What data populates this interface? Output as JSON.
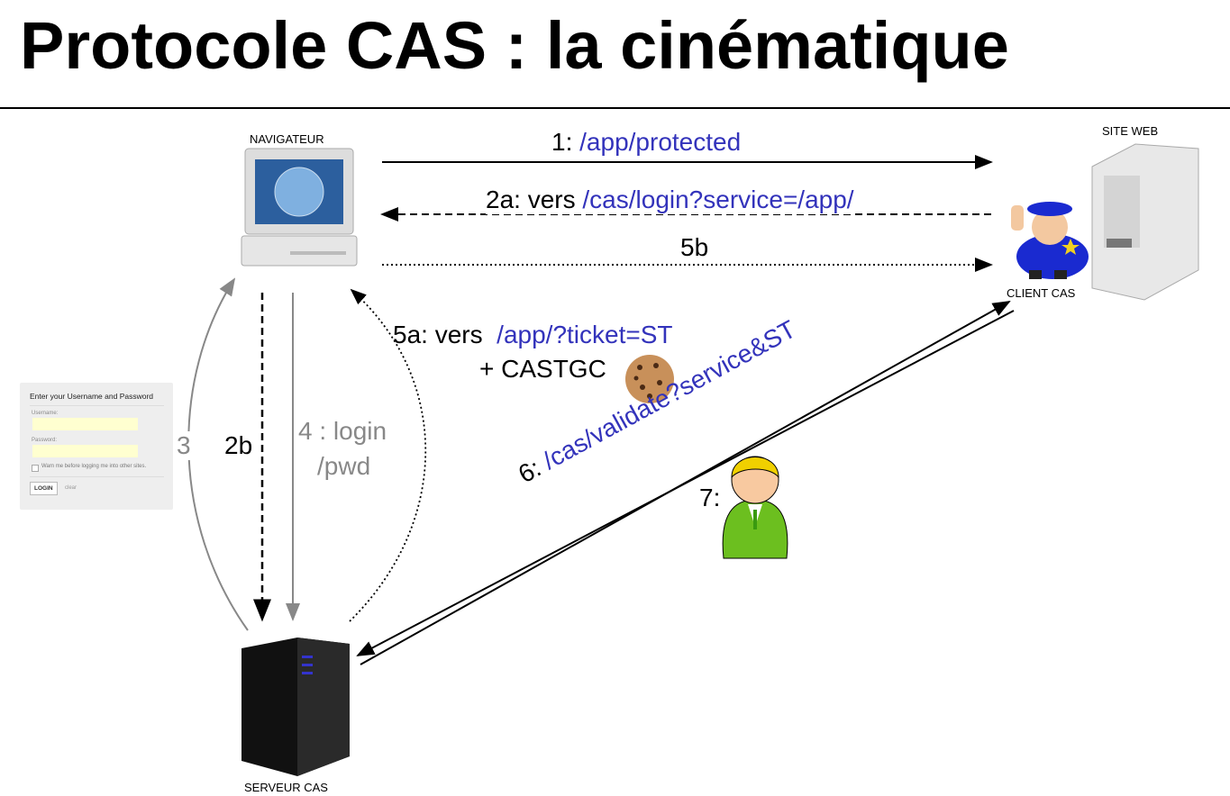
{
  "title": "Protocole CAS : la cinématique",
  "nodes": {
    "browser": "NAVIGATEUR",
    "site": "SITE WEB",
    "client": "CLIENT CAS",
    "server": "SERVEUR CAS"
  },
  "steps": {
    "s1_num": "1:",
    "s1_url": "/app/protected",
    "s2a_num": "2a: vers",
    "s2a_url": "/cas/login?service=/app/",
    "s5b": "5b",
    "s5a_num": "5a: vers",
    "s5a_url": "/app/?ticket=ST",
    "s5a_cookie": "+ CASTGC",
    "s3": "3",
    "s2b": "2b",
    "s4_a": "4 : login",
    "s4_b": "/pwd",
    "s6_num": "6:",
    "s6_url": "/cas/validate?service&ST",
    "s7": "7:"
  },
  "login_form": {
    "heading": "Enter your Username and Password",
    "username_label": "Username:",
    "password_label": "Password:",
    "warn": "Warn me before logging me into other sites.",
    "login": "LOGIN",
    "clear": "clear"
  },
  "colors": {
    "link": "#3333bb",
    "gray": "#888888"
  }
}
